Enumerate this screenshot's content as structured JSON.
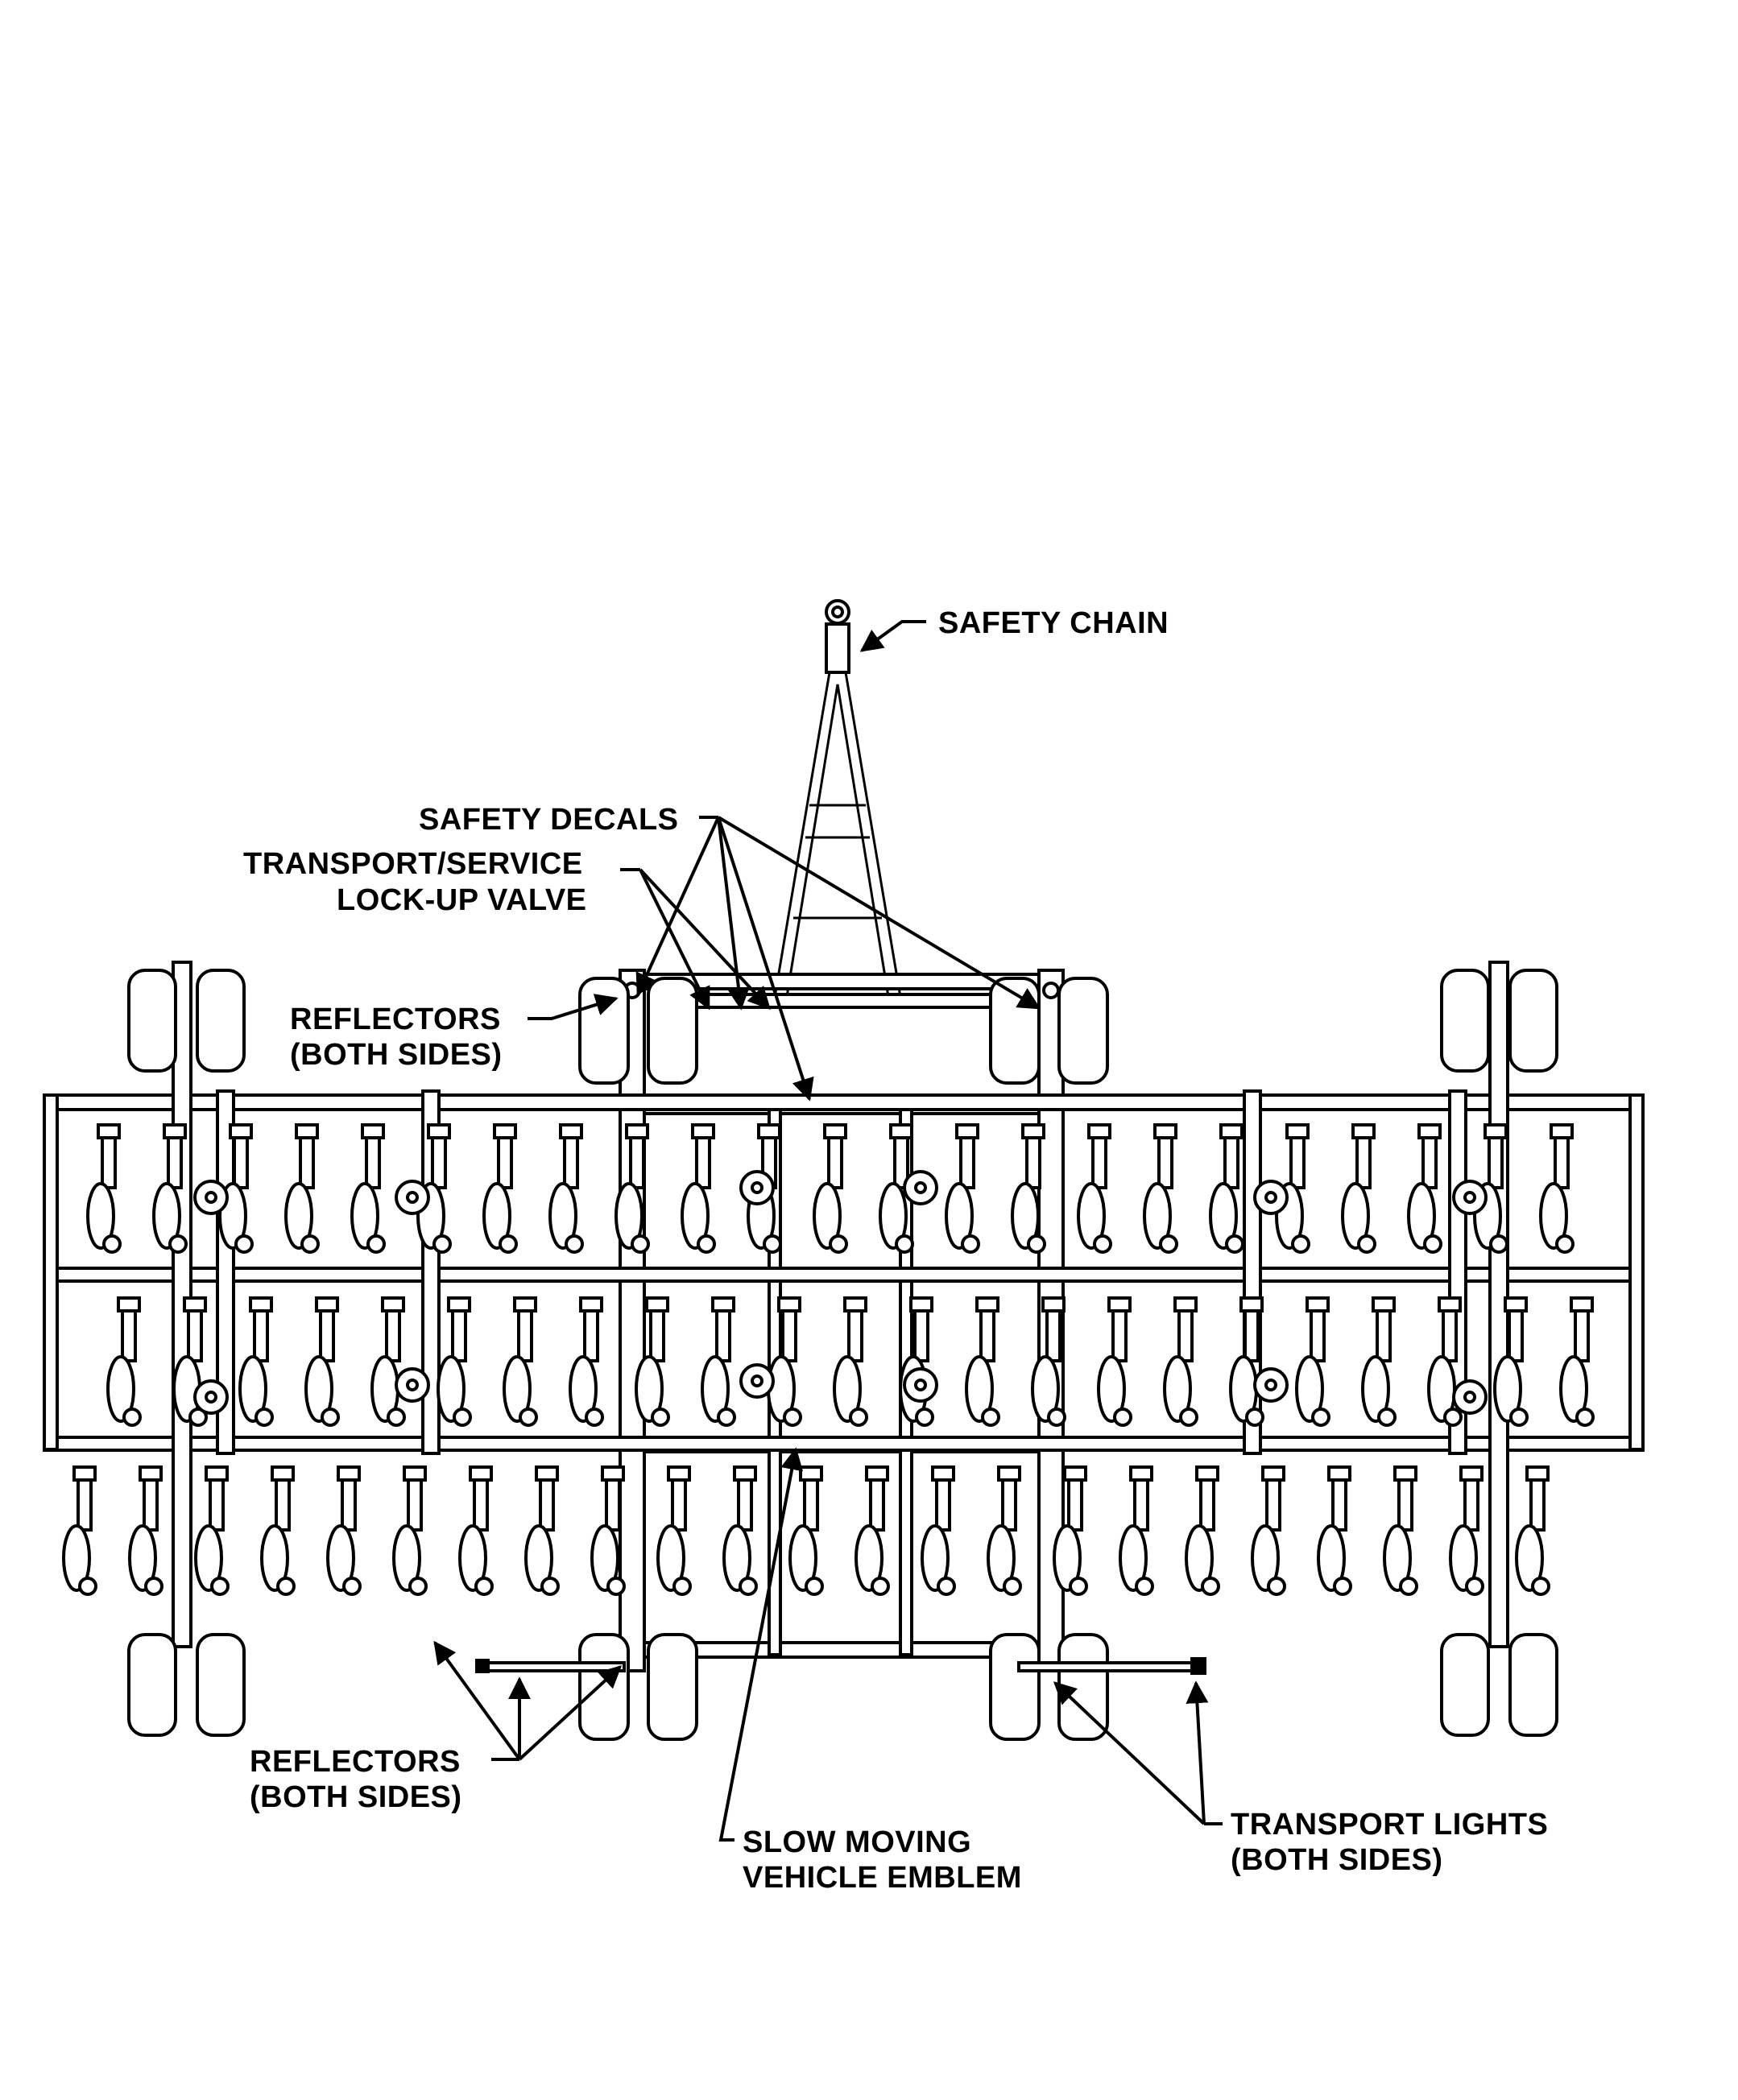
{
  "labels": {
    "safety_chain": "SAFETY CHAIN",
    "safety_decals": "SAFETY DECALS",
    "lockup_valve_l1": "TRANSPORT/SERVICE",
    "lockup_valve_l2": "LOCK-UP VALVE",
    "reflectors_top_l1": "REFLECTORS",
    "reflectors_top_l2": "(BOTH SIDES)",
    "reflectors_bottom_l1": "REFLECTORS",
    "reflectors_bottom_l2": "(BOTH SIDES)",
    "smv_l1": "SLOW MOVING",
    "smv_l2": "VEHICLE EMBLEM",
    "transport_lights_l1": "TRANSPORT LIGHTS",
    "transport_lights_l2": "(BOTH SIDES)"
  }
}
